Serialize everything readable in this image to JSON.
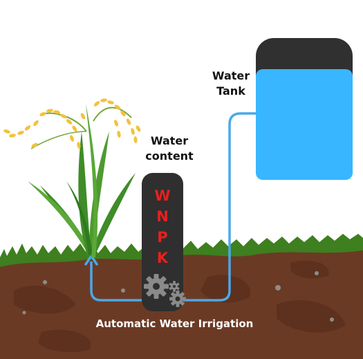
{
  "labels": {
    "water_tank": "Water Tank",
    "water_content": "Water content",
    "caption": "Automatic Water Irrigation"
  },
  "sensor": {
    "letters": [
      "W",
      "N",
      "P",
      "K"
    ]
  },
  "icons": {
    "gears": "gear-icon",
    "flow_arrow": "arrow-up-icon"
  },
  "colors": {
    "tank_water": "#38b6ff",
    "tank_cap": "#303030",
    "pipe": "#4aa8e8",
    "sensor_body": "#2f2f2f",
    "sensor_letters": "#e8201f",
    "soil": "#6b3a24",
    "grass": "#3e7f1f",
    "leaves": "#3f8c28",
    "grain": "#f2c23c",
    "gears": "#8a8a8a"
  }
}
